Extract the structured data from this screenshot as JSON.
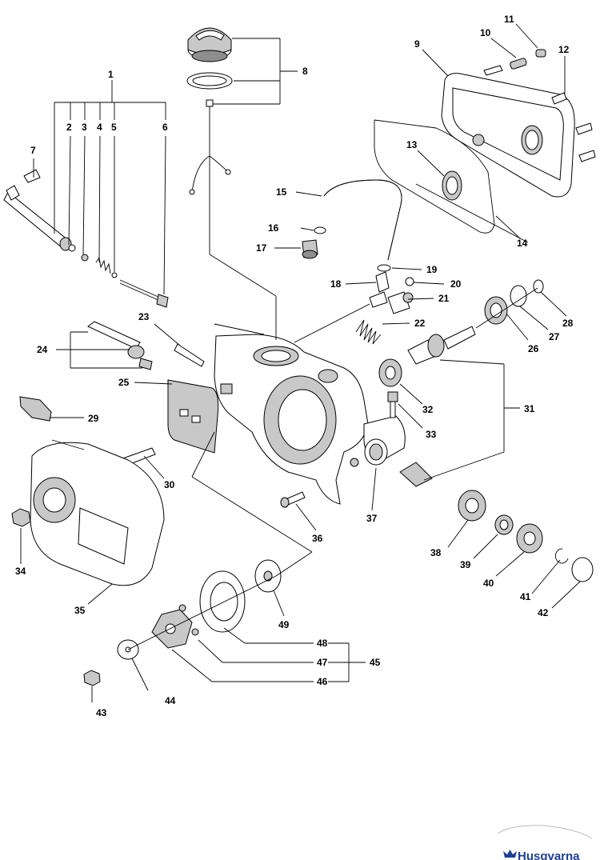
{
  "brand": {
    "name": "Husqvarna",
    "color": "#1f3f93"
  },
  "callouts": [
    "1",
    "2",
    "3",
    "4",
    "5",
    "6",
    "7",
    "8",
    "9",
    "10",
    "11",
    "12",
    "13",
    "14",
    "15",
    "16",
    "17",
    "18",
    "19",
    "20",
    "21",
    "22",
    "23",
    "24",
    "25",
    "26",
    "27",
    "28",
    "29",
    "30",
    "31",
    "32",
    "33",
    "34",
    "35",
    "36",
    "37",
    "38",
    "39",
    "40",
    "41",
    "42",
    "43",
    "44",
    "45",
    "46",
    "47",
    "48",
    "49"
  ]
}
